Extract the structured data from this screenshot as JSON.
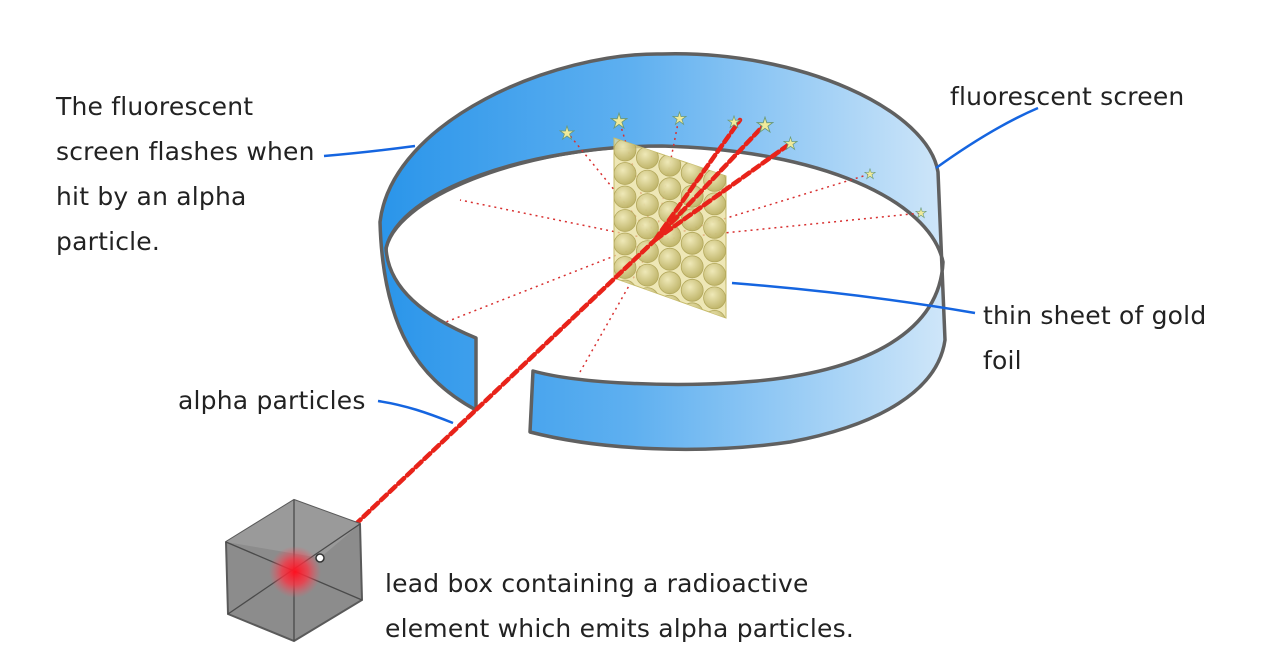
{
  "labels": {
    "screen_description": {
      "lines": [
        "The fluorescent",
        "screen flashes when",
        "hit by an alpha",
        "particle."
      ]
    },
    "fluorescent_screen": "fluorescent screen",
    "gold_foil": {
      "lines": [
        "thin sheet of gold",
        "foil"
      ]
    },
    "alpha_particles": "alpha particles",
    "lead_box": {
      "lines": [
        "lead box containing a radioactive",
        "element which emits alpha particles."
      ]
    }
  },
  "colors": {
    "ring_dark": "#2a95ea",
    "ring_light": "#c9e2f8",
    "ring_outline": "#606060",
    "beam": "#e8231a",
    "foil": "#d6cc7c",
    "pointer": "#1565e0",
    "box": "#8c8c8c"
  }
}
